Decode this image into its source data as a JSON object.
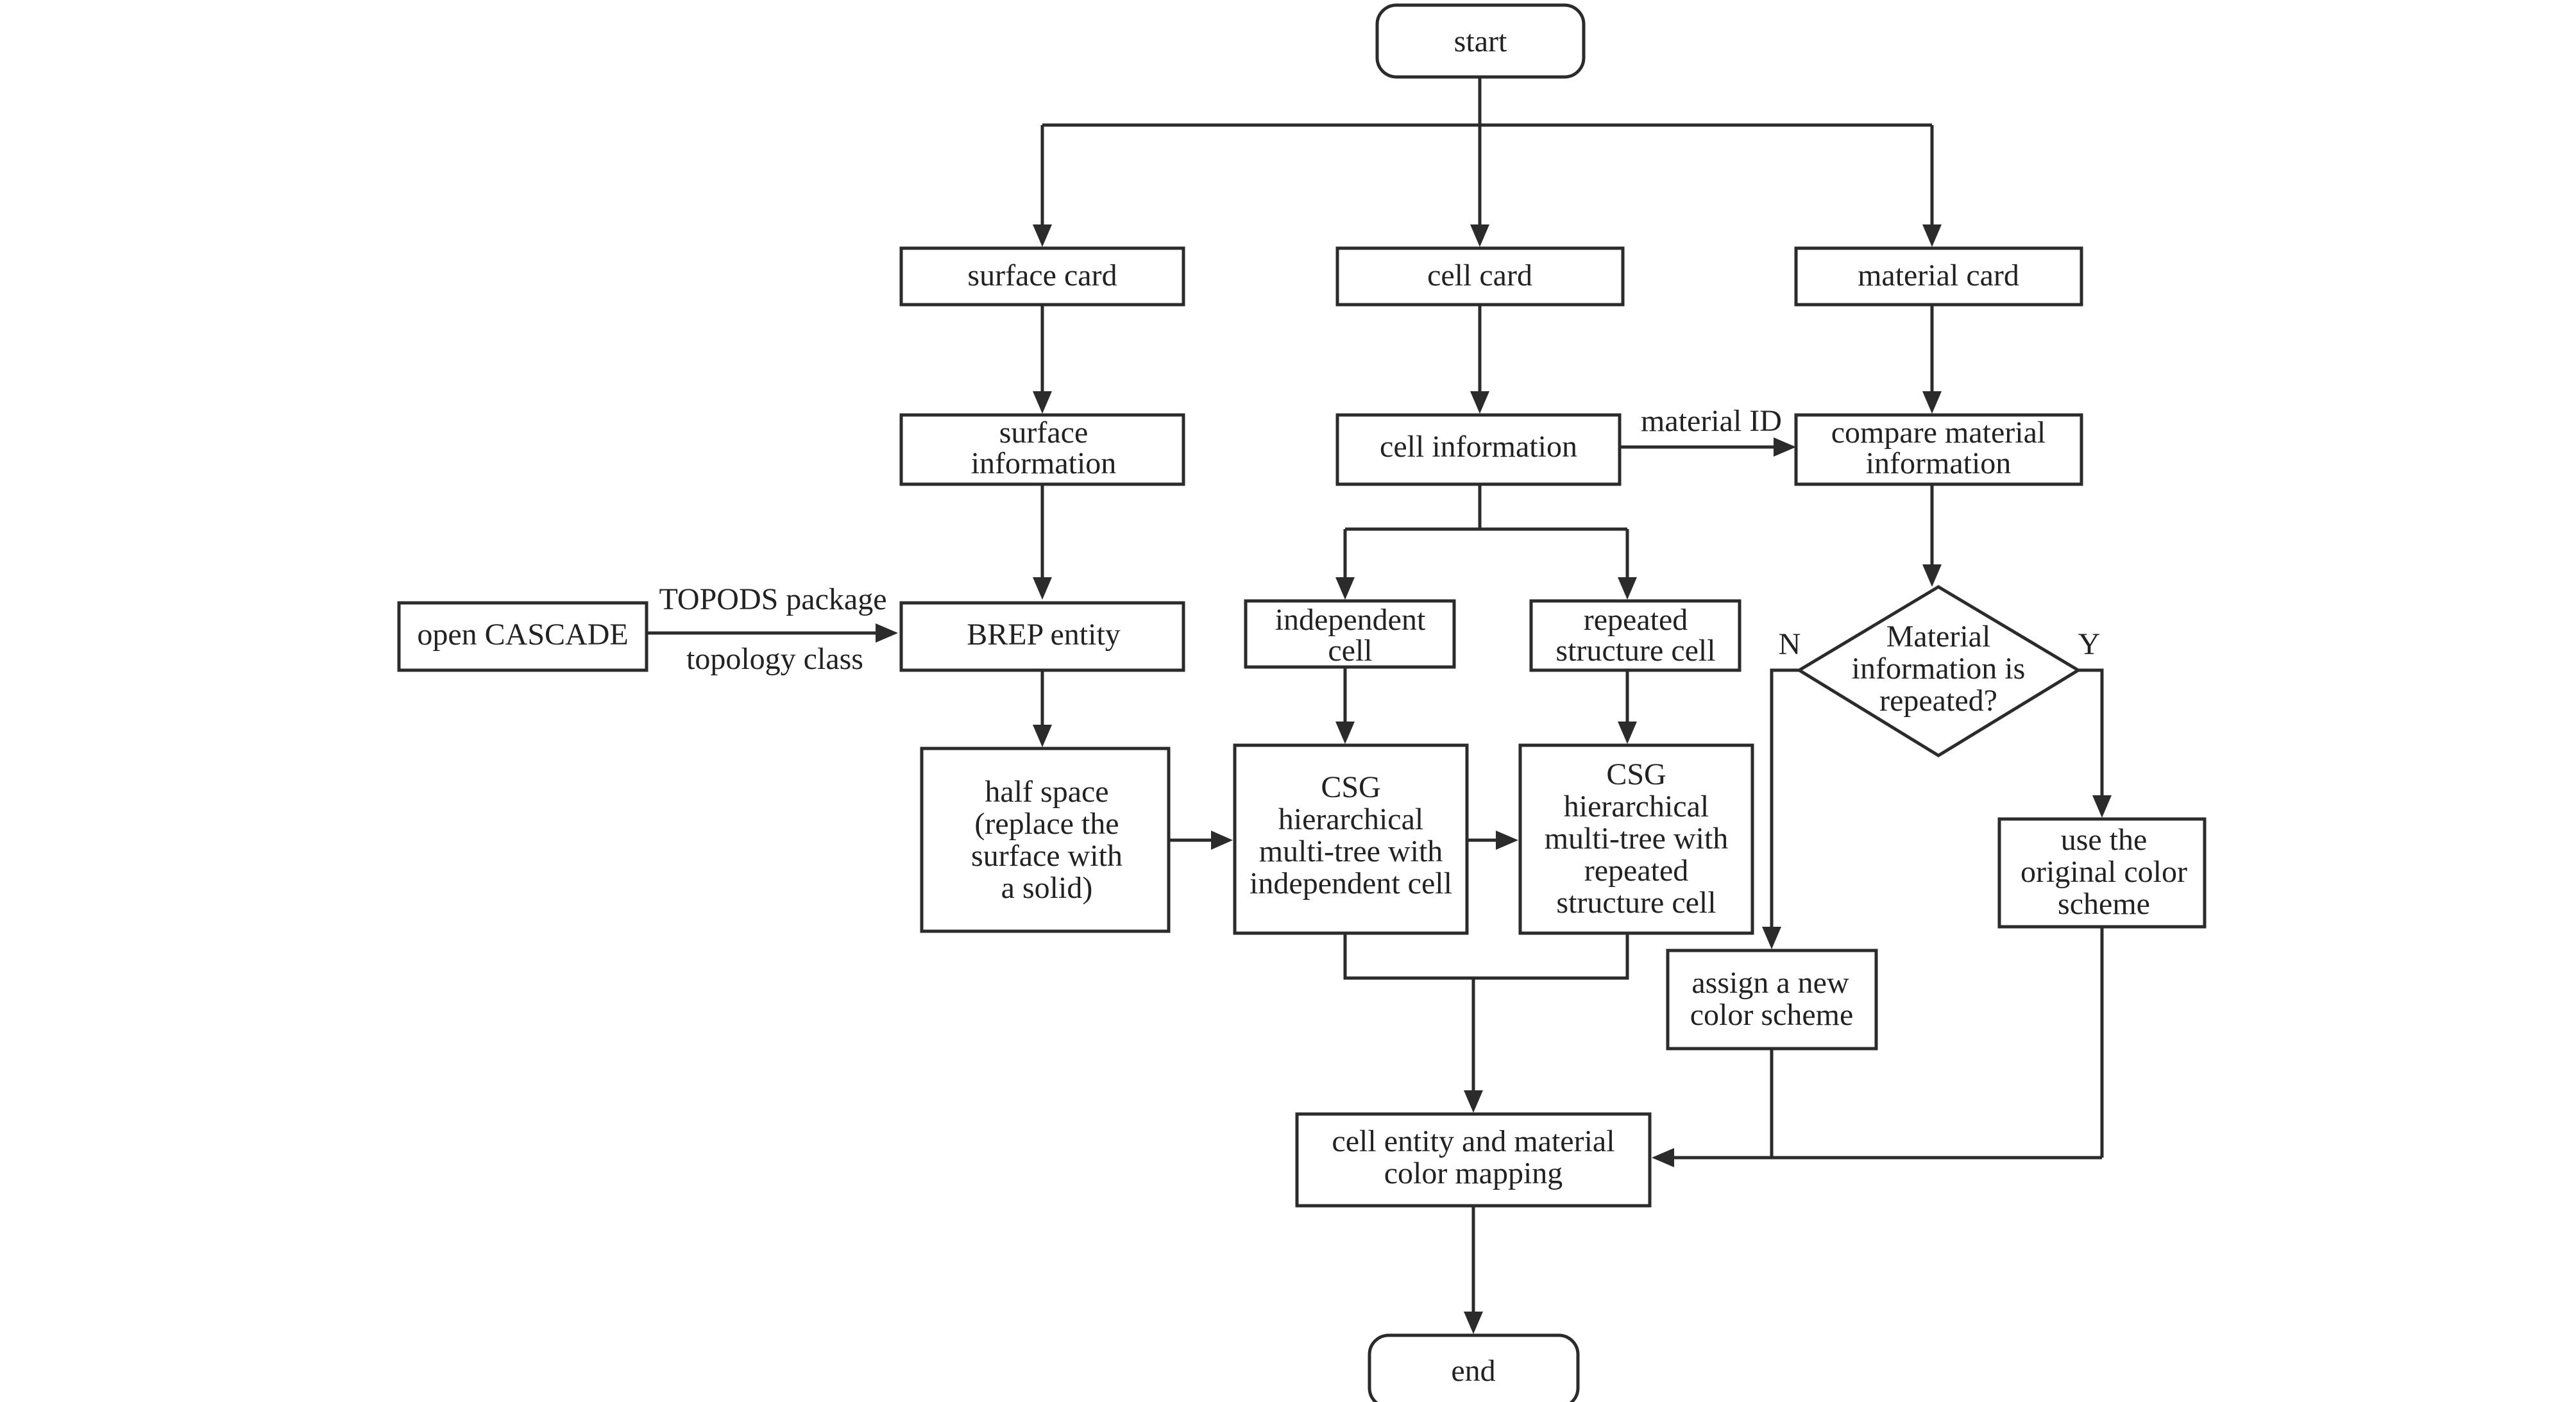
{
  "nodes": {
    "start": "start",
    "surface_card": "surface card",
    "cell_card": "cell card",
    "material_card": "material card",
    "surface_information": [
      "surface",
      "information"
    ],
    "cell_information": "cell information",
    "compare_material_information": [
      "compare material",
      "information"
    ],
    "open_cascade": "open CASCADE",
    "brep_entity": "BREP entity",
    "independent_cell": [
      "independent",
      "cell"
    ],
    "repeated_structure_cell": [
      "repeated",
      "structure cell"
    ],
    "material_repeated_decision": [
      "Material",
      "information is",
      "repeated?"
    ],
    "half_space": [
      "half space",
      "(replace the",
      "surface with",
      "a solid)"
    ],
    "csg_independent": [
      "CSG",
      "hierarchical",
      "multi-tree with",
      "independent cell"
    ],
    "csg_repeated": [
      "CSG",
      "hierarchical",
      "multi-tree with",
      "repeated",
      "structure cell"
    ],
    "use_original_color": [
      "use the",
      "original color",
      "scheme"
    ],
    "assign_new_color": [
      "assign a new",
      "color scheme"
    ],
    "cell_entity_mapping": [
      "cell entity and material",
      "color mapping"
    ],
    "end": "end"
  },
  "edge_labels": {
    "material_id": "material ID",
    "topods_package": "TOPODS package",
    "topology_class": "topology class",
    "decision_no": "N",
    "decision_yes": "Y"
  }
}
